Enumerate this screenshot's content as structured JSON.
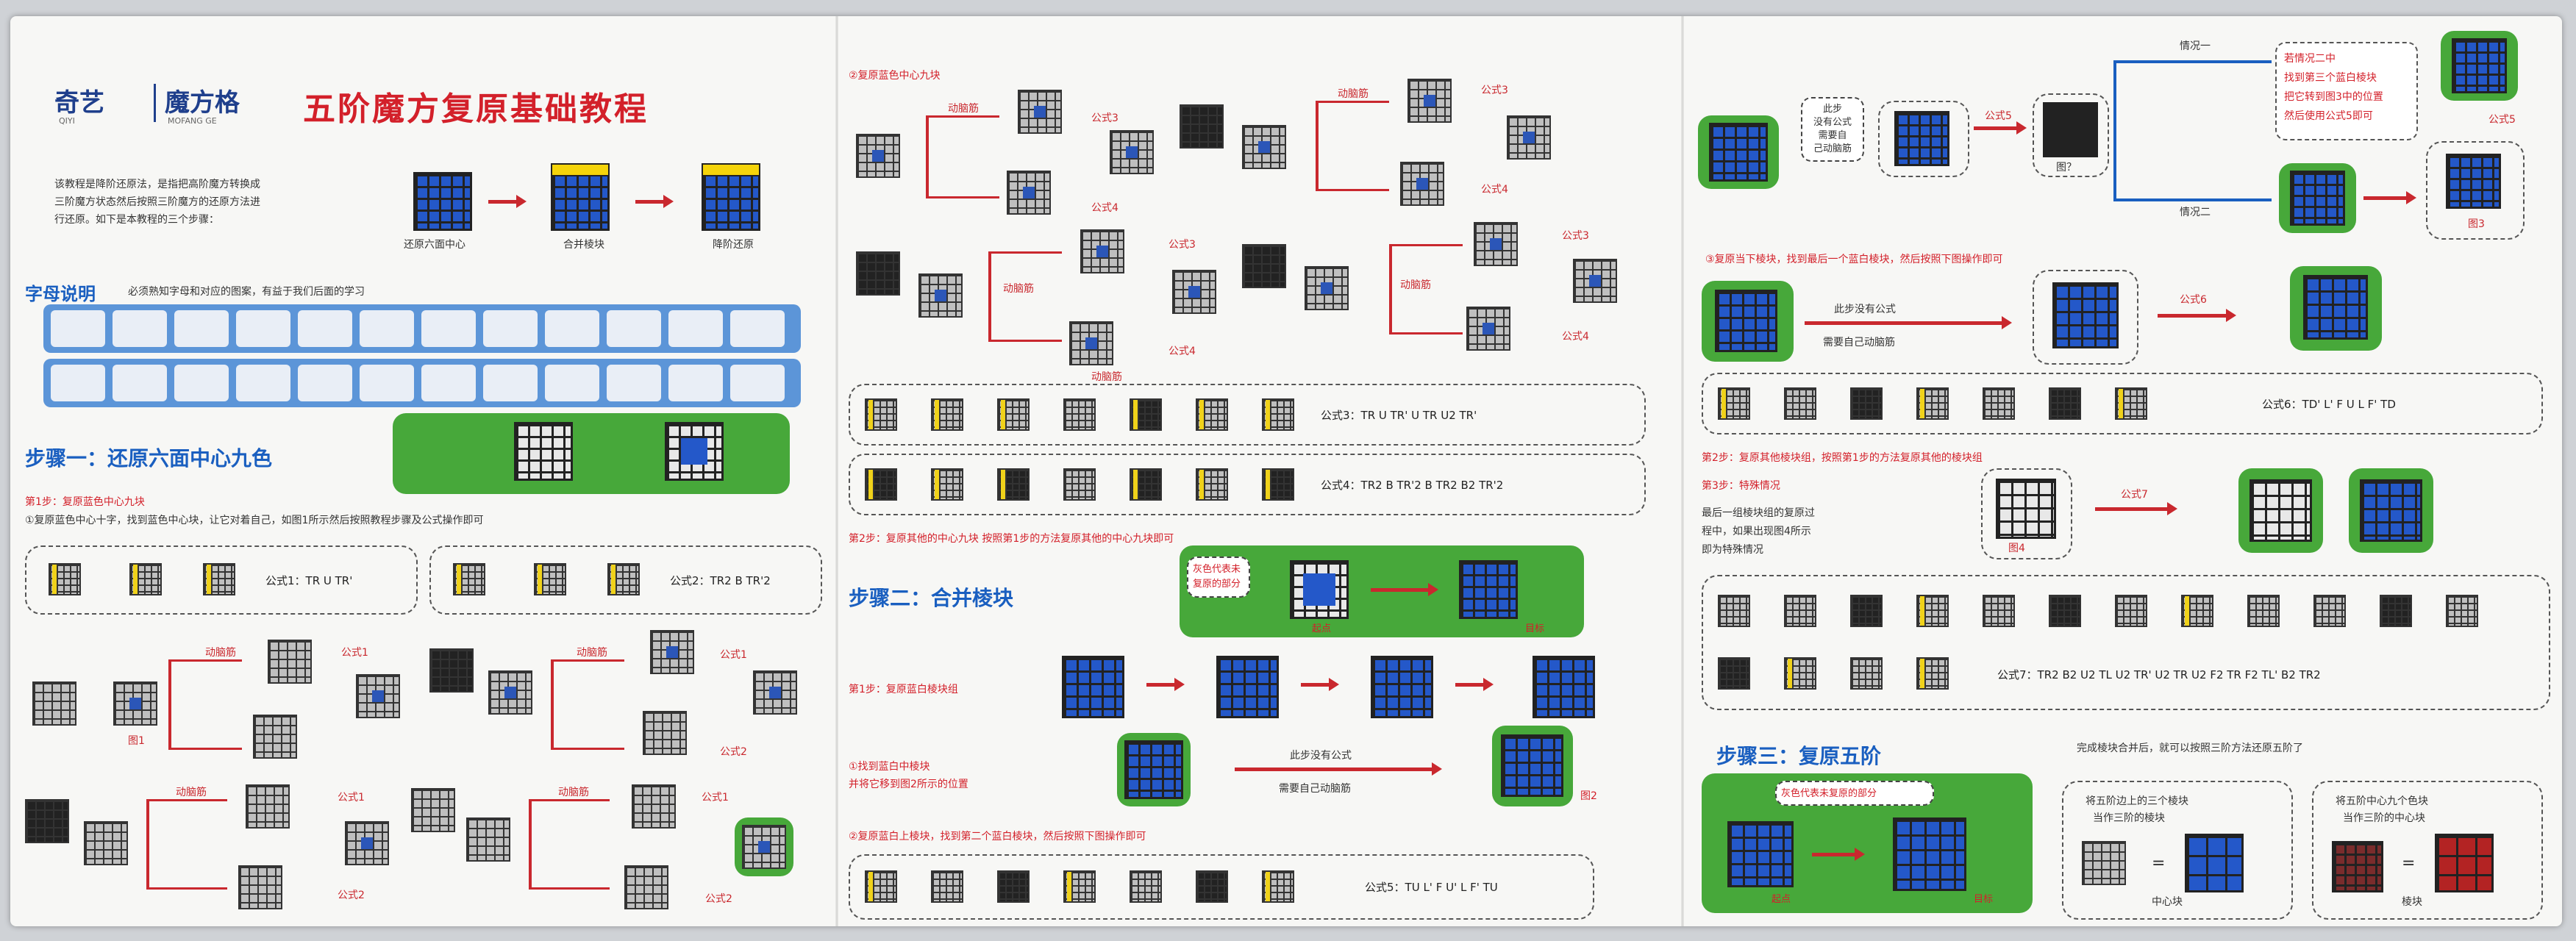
{
  "brand": {
    "logo_left": "奇艺",
    "logo_left_sub": "QIYI",
    "logo_right": "魔方格",
    "logo_right_sub": "MOFANG GE"
  },
  "title": "五阶魔方复原基础教程",
  "intro": {
    "lines": [
      "该教程是降阶还原法，是指把高阶魔方转换成",
      "三阶魔方状态然后按照三阶魔方的还原方法进",
      "行还原。如下是本教程的三个步骤："
    ],
    "steps": [
      "还原六面中心",
      "合并棱块",
      "降阶还原"
    ]
  },
  "letters": {
    "label": "字母说明",
    "desc": "必须熟知字母和对应的图案，有益于我们后面的学习"
  },
  "step1": {
    "title": "步骤一：还原六面中心九色",
    "sub1": "第1步：复原蓝色中心九块",
    "sub1_desc": "①复原蓝色中心十字，找到蓝色中心块，让它对着自己，如图1所示然后按照教程步骤及公式操作即可",
    "formula1": "公式1：TR U TR'",
    "formula2": "公式2：TR2 B TR'2",
    "tags": [
      "动脑筋",
      "公式1",
      "公式2",
      "图1"
    ]
  },
  "mid": {
    "s2_title": "②复原蓝色中心九块",
    "tags": [
      "动脑筋",
      "公式3",
      "公式4"
    ],
    "formula3": "公式3：TR U TR' U TR U2 TR'",
    "formula4": "公式4：TR2 B TR'2 B TR2 B2 TR'2",
    "step2_other": "第2步：复原其他的中心九块  按照第1步的方法复原其他的中心九块即可",
    "step2_title": "步骤二：合并棱块",
    "green_text": "灰色代表未复原的部分",
    "green_labels": [
      "起点",
      "目标"
    ],
    "sub_restore": "第1步：复原蓝白棱块组",
    "find1": [
      "①找到蓝白中棱块",
      "并将它移到图2所示的位置"
    ],
    "no_formula": [
      "此步没有公式",
      "需要自己动脑筋"
    ],
    "fig2": "图2",
    "find2": "②复原蓝白上棱块，找到第二个蓝白棱块，然后按照下图操作即可",
    "formula5": "公式5：TU L' F U' L F' TU"
  },
  "right": {
    "top_bubble": [
      "此步",
      "没有公式",
      "需要自",
      "己动脑筋"
    ],
    "fig3": "图3",
    "fig_q": "图？",
    "case1": "情况一",
    "case2": "情况二",
    "case_text": [
      "若情况二中",
      "找到第三个蓝白棱块",
      "把它转到图3中的位置",
      "然后使用公式5即可"
    ],
    "formula5_tag": "公式5",
    "s3_title": "③复原当下棱块，找到最后一个蓝白棱块，然后按照下图操作即可",
    "no_formula": [
      "此步没有公式",
      "需要自己动脑筋"
    ],
    "formula6_tag": "公式6",
    "formula6": "公式6：TD' L' F U L F' TD",
    "step2_other": "第2步：复原其他棱块组，按照第1步的方法复原其他的棱块组",
    "step3_special": "第3步：特殊情况",
    "special_text": [
      "最后一组棱块组的复原过",
      "程中，如果出现图4所示",
      "即为特殊情况"
    ],
    "fig4": "图4",
    "formula7_tag": "公式7",
    "formula7": "公式7：TR2 B2 U2 TL U2 TR' U2 TR U2 F2 TR F2 TL' B2 TR2",
    "step3_title": "步骤三：复原五阶",
    "step3_desc": "完成棱块合并后，就可以按照三阶方法还原五阶了",
    "green_text": "灰色代表未复原的部分",
    "green_labels": [
      "起点",
      "目标"
    ],
    "box1": [
      "将五阶边上的三个棱块",
      "当作三阶的棱块"
    ],
    "box2": [
      "将五阶中心九个色块",
      "当作三阶的中心块"
    ],
    "box1_label": "中心块",
    "box2_label": "棱块"
  },
  "colors": {
    "red": "#d3202a",
    "blue": "#1a5fc0",
    "green": "#47a83a",
    "yellow": "#f5d40a",
    "cube_blue": "#2458c9"
  }
}
